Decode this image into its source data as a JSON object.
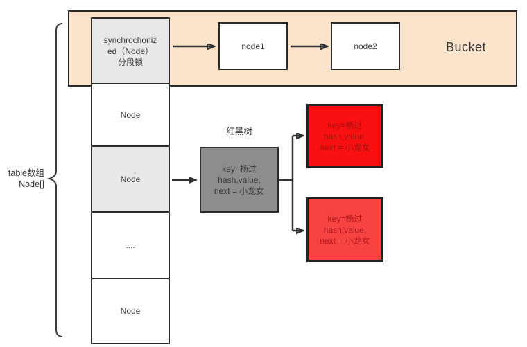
{
  "bucket": {
    "label": "Bucket"
  },
  "table_label": "table数组\nNode[]",
  "array_cells": [
    {
      "label": "synchrochoniz\ned（Node）\n分段锁"
    },
    {
      "label": "Node"
    },
    {
      "label": "Node"
    },
    {
      "label": "...."
    },
    {
      "label": "Node"
    }
  ],
  "list_nodes": [
    {
      "label": "node1"
    },
    {
      "label": "node2"
    }
  ],
  "tree": {
    "caption": "红黑树",
    "root": "key=杨过\nhash,value,\nnext = 小龙女",
    "child_top": "key=杨过\nhash,value,\nnext = 小龙女",
    "child_bottom": "key=杨过\nhash,value,\nnext = 小龙女"
  },
  "colors": {
    "bucket_fill": "#fbe3cb",
    "cell_gray_fill": "#e8e8e8",
    "tree_root_fill": "#8d8d8d",
    "child_top_fill": "#fa1010",
    "child_bottom_fill": "#f94343",
    "red_text_top": "#9c1010",
    "red_text_bottom": "#aa1616",
    "border_dark": "#2b2b2b",
    "connector_line": "#333333"
  }
}
